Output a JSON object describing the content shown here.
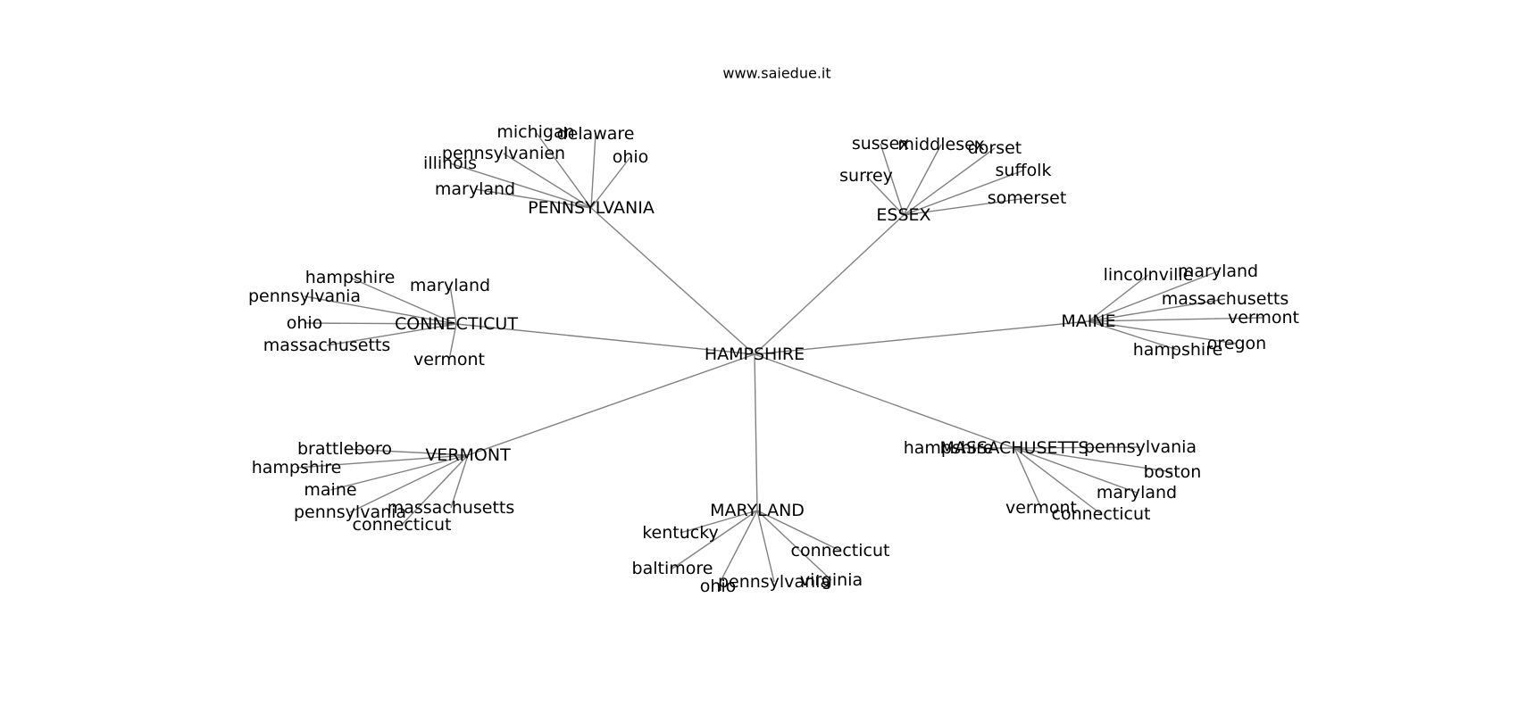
{
  "title": "www.saiedue.it",
  "edge_color": "#808080",
  "text_color": "#000000",
  "root": "HAMPSHIRE",
  "hubs": [
    {
      "label": "PENNSYLVANIA",
      "leaves": [
        "michigan",
        "delaware",
        "pennsylvanien",
        "ohio",
        "illinois",
        "maryland"
      ]
    },
    {
      "label": "ESSEX",
      "leaves": [
        "sussex",
        "middlesex",
        "dorset",
        "suffolk",
        "surrey",
        "somerset"
      ]
    },
    {
      "label": "CONNECTICUT",
      "leaves": [
        "hampshire",
        "maryland",
        "pennsylvania",
        "ohio",
        "massachusetts",
        "vermont"
      ]
    },
    {
      "label": "MAINE",
      "leaves": [
        "lincolnville",
        "maryland",
        "massachusetts",
        "vermont",
        "oregon",
        "hampshire"
      ]
    },
    {
      "label": "VERMONT",
      "leaves": [
        "brattleboro",
        "hampshire",
        "maine",
        "pennsylvania",
        "massachusetts",
        "connecticut"
      ]
    },
    {
      "label": "MARYLAND",
      "leaves": [
        "kentucky",
        "connecticut",
        "baltimore",
        "virginia",
        "pennsylvania",
        "ohio"
      ]
    },
    {
      "label": "MASSACHUSETTS",
      "leaves": [
        "hampshire",
        "pennsylvania",
        "boston",
        "maryland",
        "vermont",
        "connecticut"
      ]
    }
  ]
}
